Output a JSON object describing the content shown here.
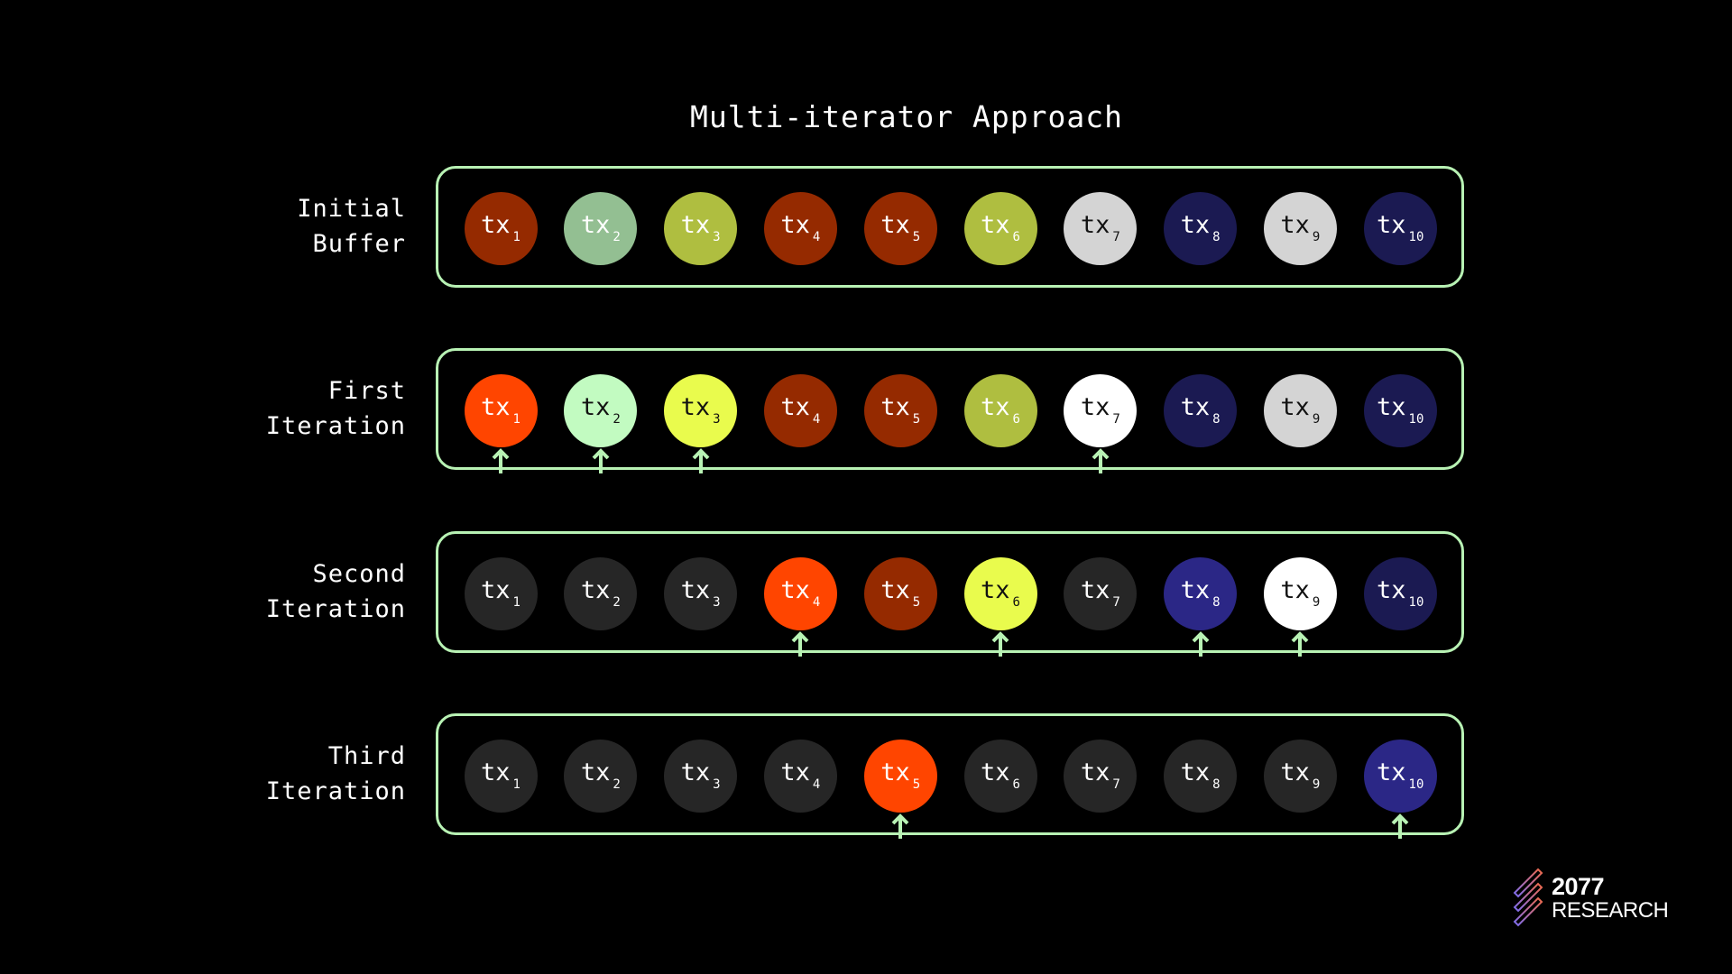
{
  "title": "Multi-iterator Approach",
  "colors": {
    "border": "#b8f2b4",
    "arrow": "#b8f2b4",
    "inactive": "#262626"
  },
  "rows": [
    {
      "label_line1": "Initial",
      "label_line2": "Buffer",
      "items": [
        {
          "label": "tx",
          "sub": "1",
          "fill": "#952a00",
          "text": "#ffffff",
          "selected": false
        },
        {
          "label": "tx",
          "sub": "2",
          "fill": "#93bf92",
          "text": "#ffffff",
          "selected": false
        },
        {
          "label": "tx",
          "sub": "3",
          "fill": "#afbe40",
          "text": "#ffffff",
          "selected": false
        },
        {
          "label": "tx",
          "sub": "4",
          "fill": "#952a00",
          "text": "#ffffff",
          "selected": false
        },
        {
          "label": "tx",
          "sub": "5",
          "fill": "#952a00",
          "text": "#ffffff",
          "selected": false
        },
        {
          "label": "tx",
          "sub": "6",
          "fill": "#afbe40",
          "text": "#ffffff",
          "selected": false
        },
        {
          "label": "tx",
          "sub": "7",
          "fill": "#d4d4d4",
          "text": "#111111",
          "selected": false
        },
        {
          "label": "tx",
          "sub": "8",
          "fill": "#1b1a52",
          "text": "#ffffff",
          "selected": false
        },
        {
          "label": "tx",
          "sub": "9",
          "fill": "#d4d4d4",
          "text": "#111111",
          "selected": false
        },
        {
          "label": "tx",
          "sub": "10",
          "fill": "#1b1a52",
          "text": "#ffffff",
          "selected": false
        }
      ]
    },
    {
      "label_line1": "First",
      "label_line2": "Iteration",
      "items": [
        {
          "label": "tx",
          "sub": "1",
          "fill": "#ff4500",
          "text": "#ffffff",
          "selected": true
        },
        {
          "label": "tx",
          "sub": "2",
          "fill": "#c2fbc1",
          "text": "#111111",
          "selected": true
        },
        {
          "label": "tx",
          "sub": "3",
          "fill": "#e9fb4d",
          "text": "#111111",
          "selected": true
        },
        {
          "label": "tx",
          "sub": "4",
          "fill": "#952a00",
          "text": "#ffffff",
          "selected": false
        },
        {
          "label": "tx",
          "sub": "5",
          "fill": "#952a00",
          "text": "#ffffff",
          "selected": false
        },
        {
          "label": "tx",
          "sub": "6",
          "fill": "#afbe40",
          "text": "#ffffff",
          "selected": false
        },
        {
          "label": "tx",
          "sub": "7",
          "fill": "#ffffff",
          "text": "#111111",
          "selected": true
        },
        {
          "label": "tx",
          "sub": "8",
          "fill": "#1b1a52",
          "text": "#ffffff",
          "selected": false
        },
        {
          "label": "tx",
          "sub": "9",
          "fill": "#d4d4d4",
          "text": "#111111",
          "selected": false
        },
        {
          "label": "tx",
          "sub": "10",
          "fill": "#1b1a52",
          "text": "#ffffff",
          "selected": false
        }
      ]
    },
    {
      "label_line1": "Second",
      "label_line2": "Iteration",
      "items": [
        {
          "label": "tx",
          "sub": "1",
          "fill": "#262626",
          "text": "#ffffff",
          "selected": false
        },
        {
          "label": "tx",
          "sub": "2",
          "fill": "#262626",
          "text": "#ffffff",
          "selected": false
        },
        {
          "label": "tx",
          "sub": "3",
          "fill": "#262626",
          "text": "#ffffff",
          "selected": false
        },
        {
          "label": "tx",
          "sub": "4",
          "fill": "#ff4500",
          "text": "#ffffff",
          "selected": true
        },
        {
          "label": "tx",
          "sub": "5",
          "fill": "#952a00",
          "text": "#ffffff",
          "selected": false
        },
        {
          "label": "tx",
          "sub": "6",
          "fill": "#e9fb4d",
          "text": "#111111",
          "selected": true
        },
        {
          "label": "tx",
          "sub": "7",
          "fill": "#262626",
          "text": "#ffffff",
          "selected": false
        },
        {
          "label": "tx",
          "sub": "8",
          "fill": "#2b2786",
          "text": "#ffffff",
          "selected": true
        },
        {
          "label": "tx",
          "sub": "9",
          "fill": "#ffffff",
          "text": "#111111",
          "selected": true
        },
        {
          "label": "tx",
          "sub": "10",
          "fill": "#1b1a52",
          "text": "#ffffff",
          "selected": false
        }
      ]
    },
    {
      "label_line1": "Third",
      "label_line2": "Iteration",
      "items": [
        {
          "label": "tx",
          "sub": "1",
          "fill": "#262626",
          "text": "#ffffff",
          "selected": false
        },
        {
          "label": "tx",
          "sub": "2",
          "fill": "#262626",
          "text": "#ffffff",
          "selected": false
        },
        {
          "label": "tx",
          "sub": "3",
          "fill": "#262626",
          "text": "#ffffff",
          "selected": false
        },
        {
          "label": "tx",
          "sub": "4",
          "fill": "#262626",
          "text": "#ffffff",
          "selected": false
        },
        {
          "label": "tx",
          "sub": "5",
          "fill": "#ff4500",
          "text": "#ffffff",
          "selected": true
        },
        {
          "label": "tx",
          "sub": "6",
          "fill": "#262626",
          "text": "#ffffff",
          "selected": false
        },
        {
          "label": "tx",
          "sub": "7",
          "fill": "#262626",
          "text": "#ffffff",
          "selected": false
        },
        {
          "label": "tx",
          "sub": "8",
          "fill": "#262626",
          "text": "#ffffff",
          "selected": false
        },
        {
          "label": "tx",
          "sub": "9",
          "fill": "#262626",
          "text": "#ffffff",
          "selected": false
        },
        {
          "label": "tx",
          "sub": "10",
          "fill": "#2b2786",
          "text": "#ffffff",
          "selected": true
        }
      ]
    }
  ],
  "logo": {
    "line1": "2077",
    "line2": "RESEARCH"
  }
}
